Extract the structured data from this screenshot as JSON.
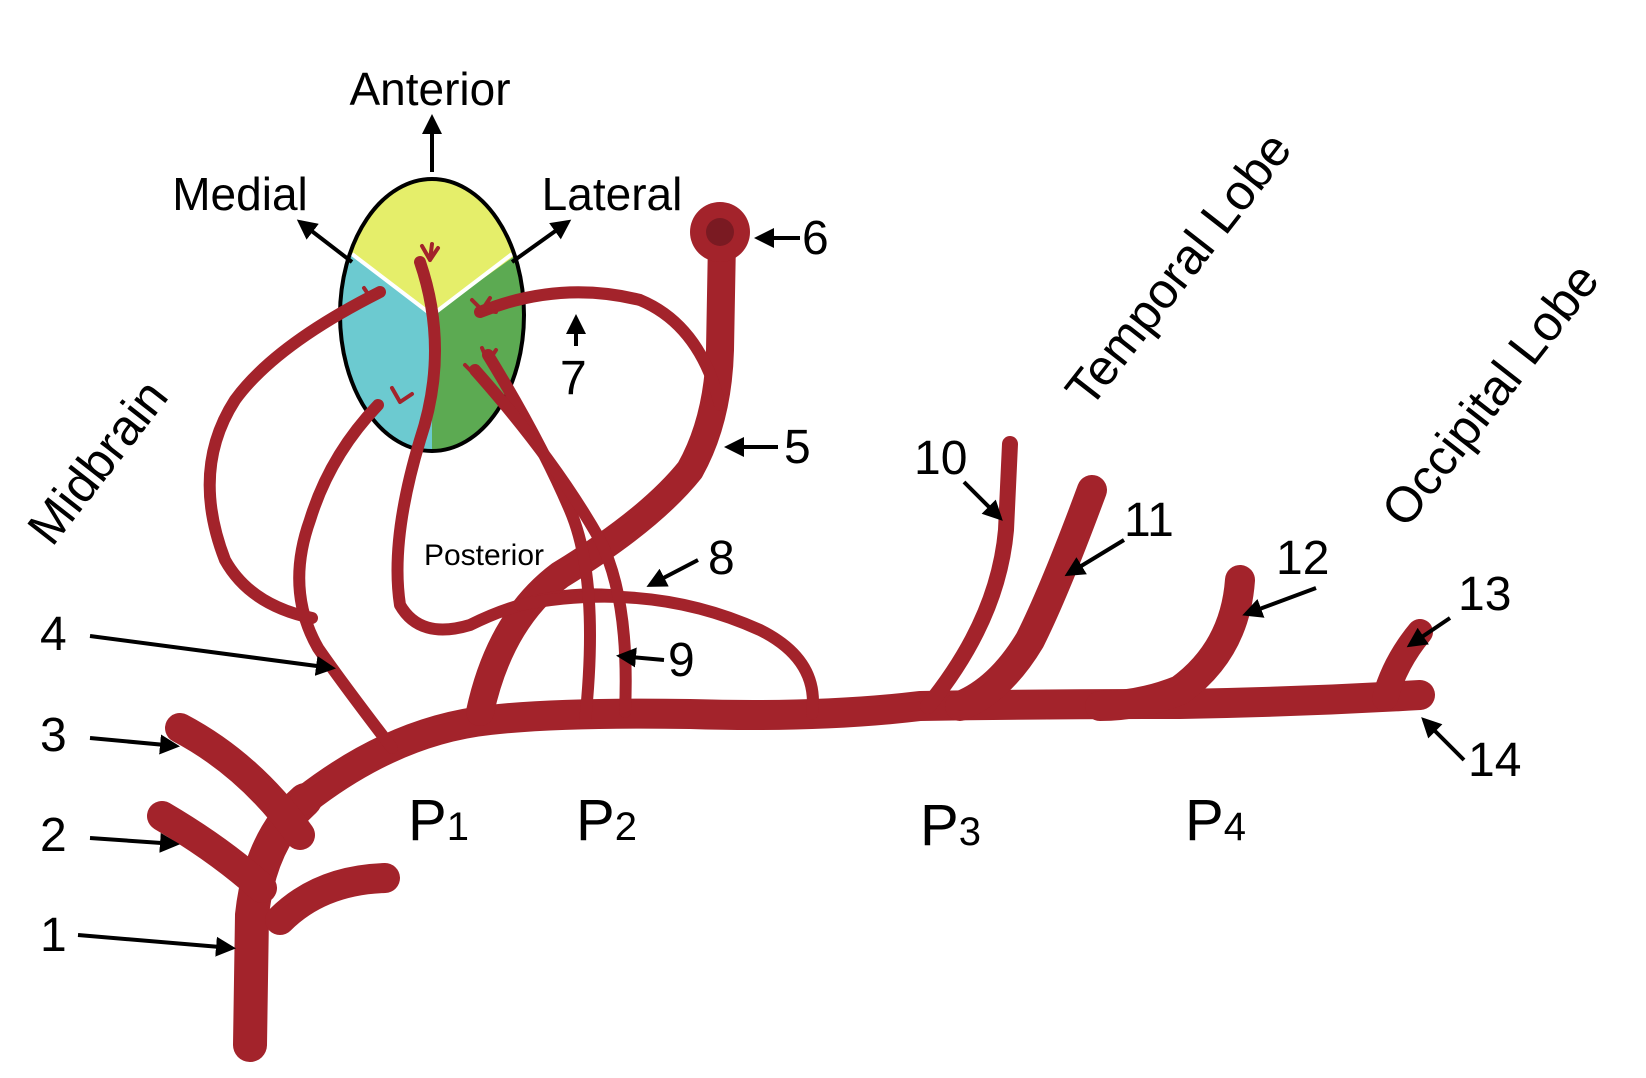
{
  "orientation": {
    "anterior": "Anterior",
    "medial": "Medial",
    "lateral": "Lateral",
    "posterior": "Posterior"
  },
  "regions": {
    "midbrain": "Midbrain",
    "temporal_lobe": "Temporal Lobe",
    "occipital_lobe": "Occipital Lobe"
  },
  "segments": [
    {
      "letter": "P",
      "index": "1"
    },
    {
      "letter": "P",
      "index": "2"
    },
    {
      "letter": "P",
      "index": "3"
    },
    {
      "letter": "P",
      "index": "4"
    }
  ],
  "numbers": [
    "1",
    "2",
    "3",
    "4",
    "5",
    "6",
    "7",
    "8",
    "9",
    "10",
    "11",
    "12",
    "13",
    "14"
  ],
  "colors": {
    "vessel": "#a3232b",
    "vessel_dark": "#7a1a22",
    "anterior_zone": "#e5ee6a",
    "medial_zone": "#6ccad0",
    "lateral_zone": "#5caa52"
  }
}
